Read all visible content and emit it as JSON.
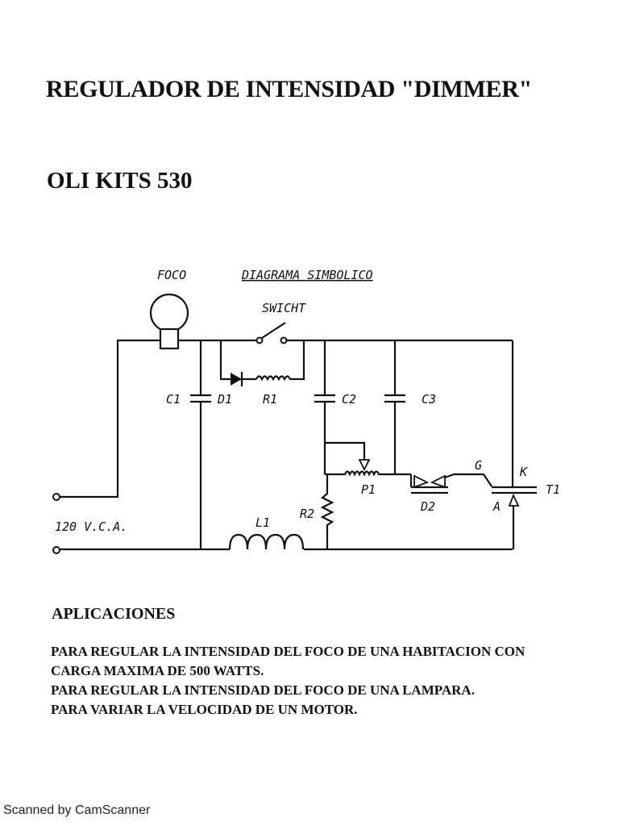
{
  "document": {
    "title": "REGULADOR DE INTENSIDAD \"DIMMER\"",
    "subtitle": "OLI KITS 530"
  },
  "diagram": {
    "heading": "DIAGRAMA  SIMBOLICO",
    "labels": {
      "foco": "FOCO",
      "switch": "SWICHT",
      "c1": "C1",
      "d1": "D1",
      "r1": "R1",
      "c2": "C2",
      "c3": "C3",
      "p1": "P1",
      "d2": "D2",
      "g": "G",
      "k": "K",
      "t1": "T1",
      "a": "A",
      "r2": "R2",
      "l1": "L1",
      "supply": "120 V.C.A."
    }
  },
  "applications": {
    "heading": "APLICACIONES",
    "items": [
      "PARA REGULAR LA INTENSIDAD DEL FOCO DE UNA HABITACION CON",
      "CARGA MAXIMA DE 500 WATTS.",
      "PARA REGULAR LA INTENSIDAD DEL FOCO DE UNA LAMPARA.",
      "PARA VARIAR LA VELOCIDAD  DE UN MOTOR."
    ]
  },
  "footer": "Scanned by CamScanner"
}
